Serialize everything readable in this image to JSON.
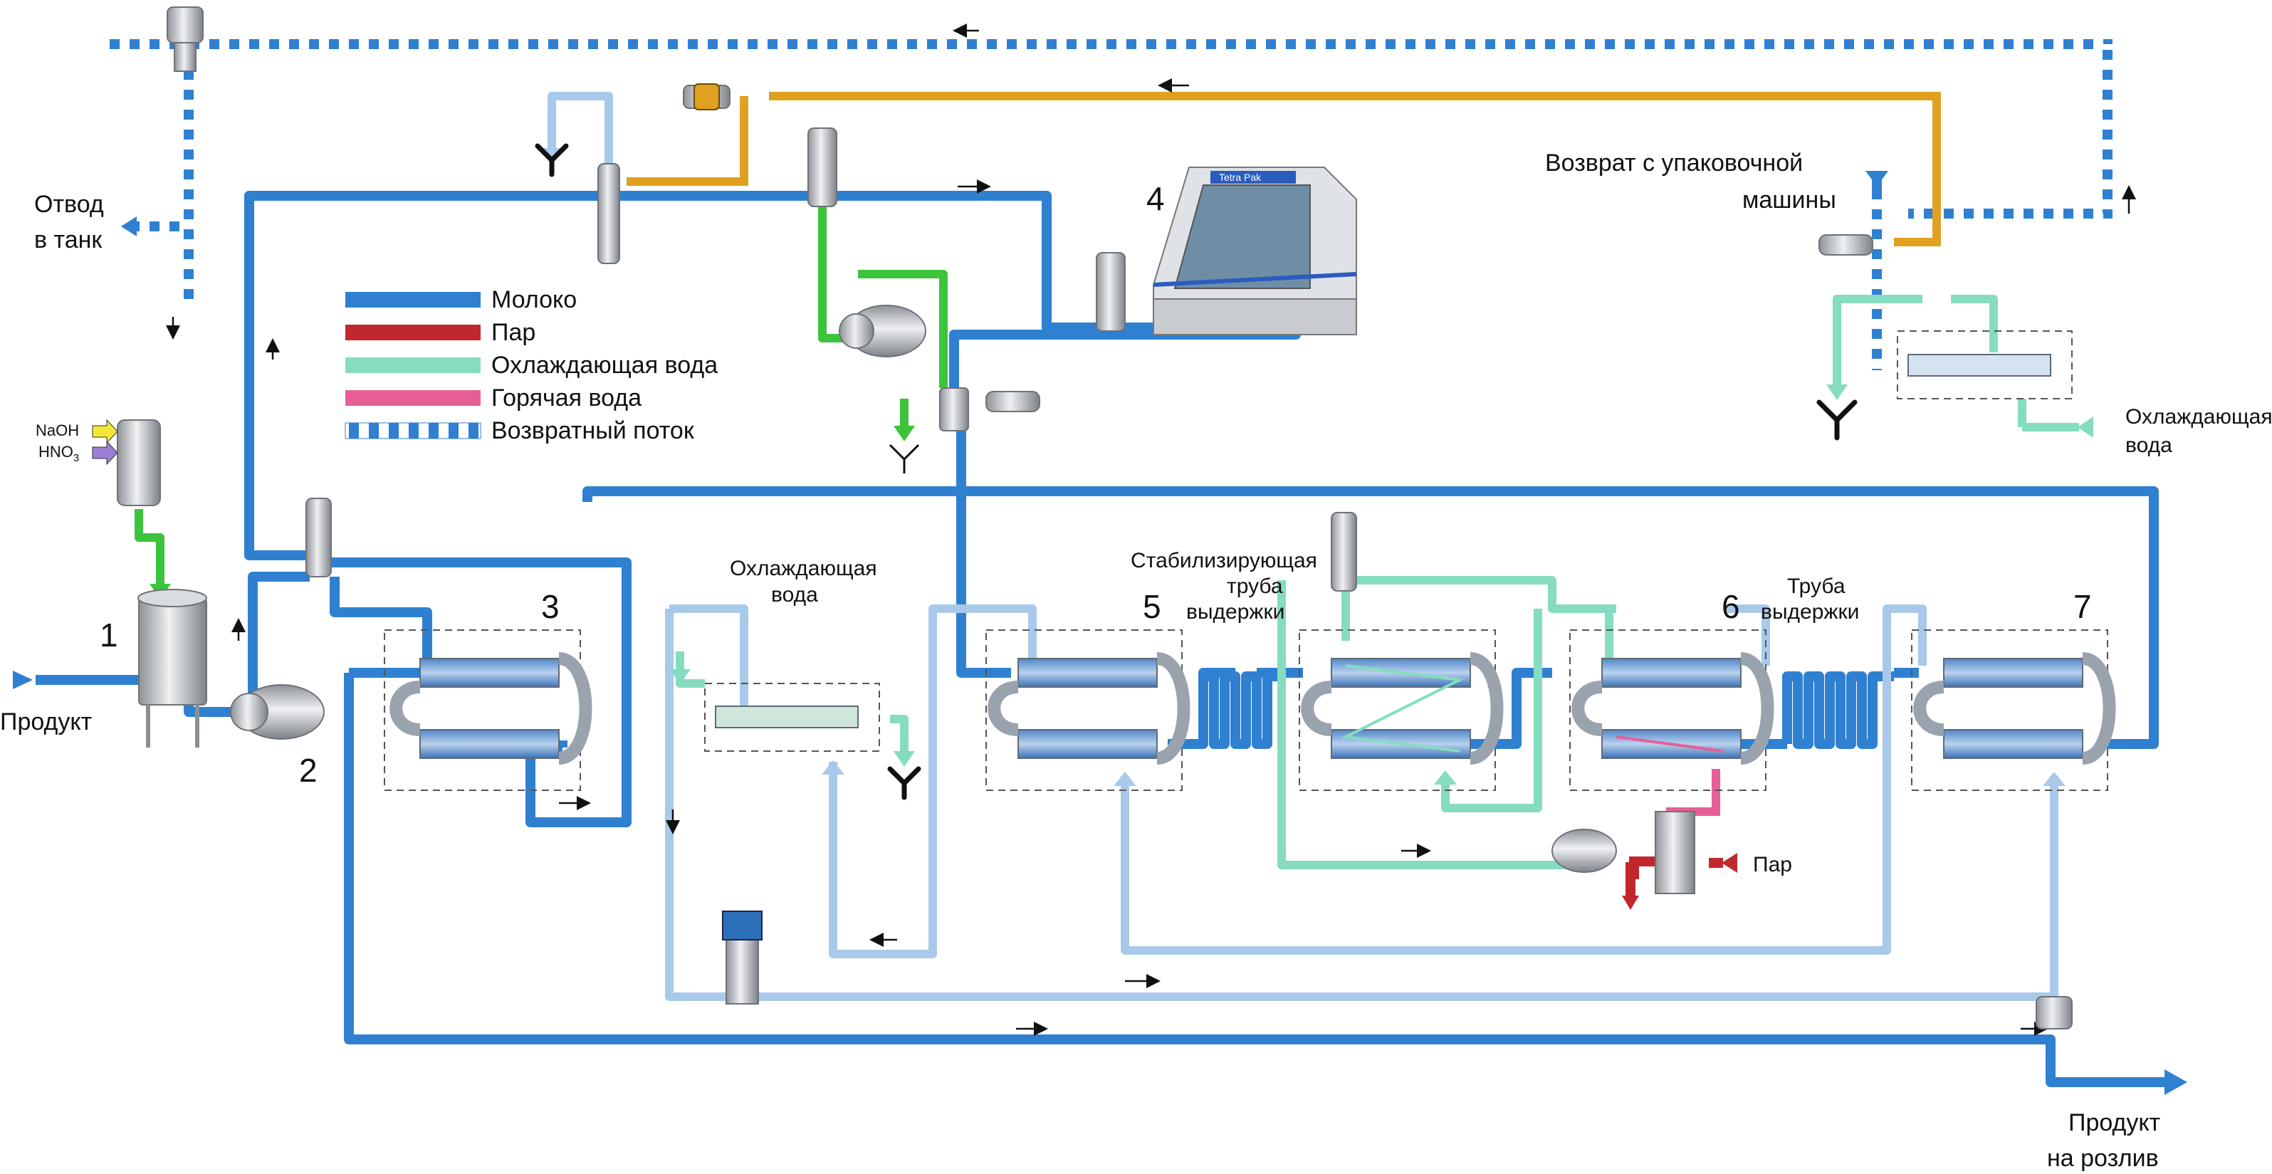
{
  "legend": {
    "items": [
      {
        "label": "Молоко",
        "color": "#2f80d0"
      },
      {
        "label": "Пар",
        "color": "#c0282e"
      },
      {
        "label": "Охлаждающая вода",
        "color": "#86dcc0"
      },
      {
        "label": "Горячая вода",
        "color": "#e85f96"
      },
      {
        "label": "Возвратный поток",
        "color": "#2f80d0"
      }
    ]
  },
  "labels": {
    "product_in": "Продукт",
    "tank_out_1": "Отвод",
    "tank_out_2": "в танк",
    "naoh": "NaOH",
    "hno3": "HNO",
    "hno3_sub": "3",
    "return_pack_1": "Возврат с упаковочной",
    "return_pack_2": "машины",
    "cooling_water_right_1": "Охлаждающая",
    "cooling_water_right_2": "вода",
    "cooling_water_mid_1": "Охлаждающая",
    "cooling_water_mid_2": "вода",
    "stab_tube_1": "Стабилизирующая",
    "stab_tube_2": "труба",
    "stab_tube_3": "выдержки",
    "hold_tube_1": "Труба",
    "hold_tube_2": "выдержки",
    "steam": "Пар",
    "product_out_1": "Продукт",
    "product_out_2": "на розлив",
    "machine_brand": "Tetra Pak"
  },
  "numbers": {
    "n1": "1",
    "n2": "2",
    "n3": "3",
    "n4": "4",
    "n5": "5",
    "n6": "6",
    "n7": "7"
  },
  "colors": {
    "milk": "#2f80d0",
    "milk_light": "#a9c9ea",
    "steam": "#c0282e",
    "cooling": "#86dcc0",
    "hot": "#e85f96",
    "orange": "#e0a020",
    "green": "#3cc43c"
  }
}
